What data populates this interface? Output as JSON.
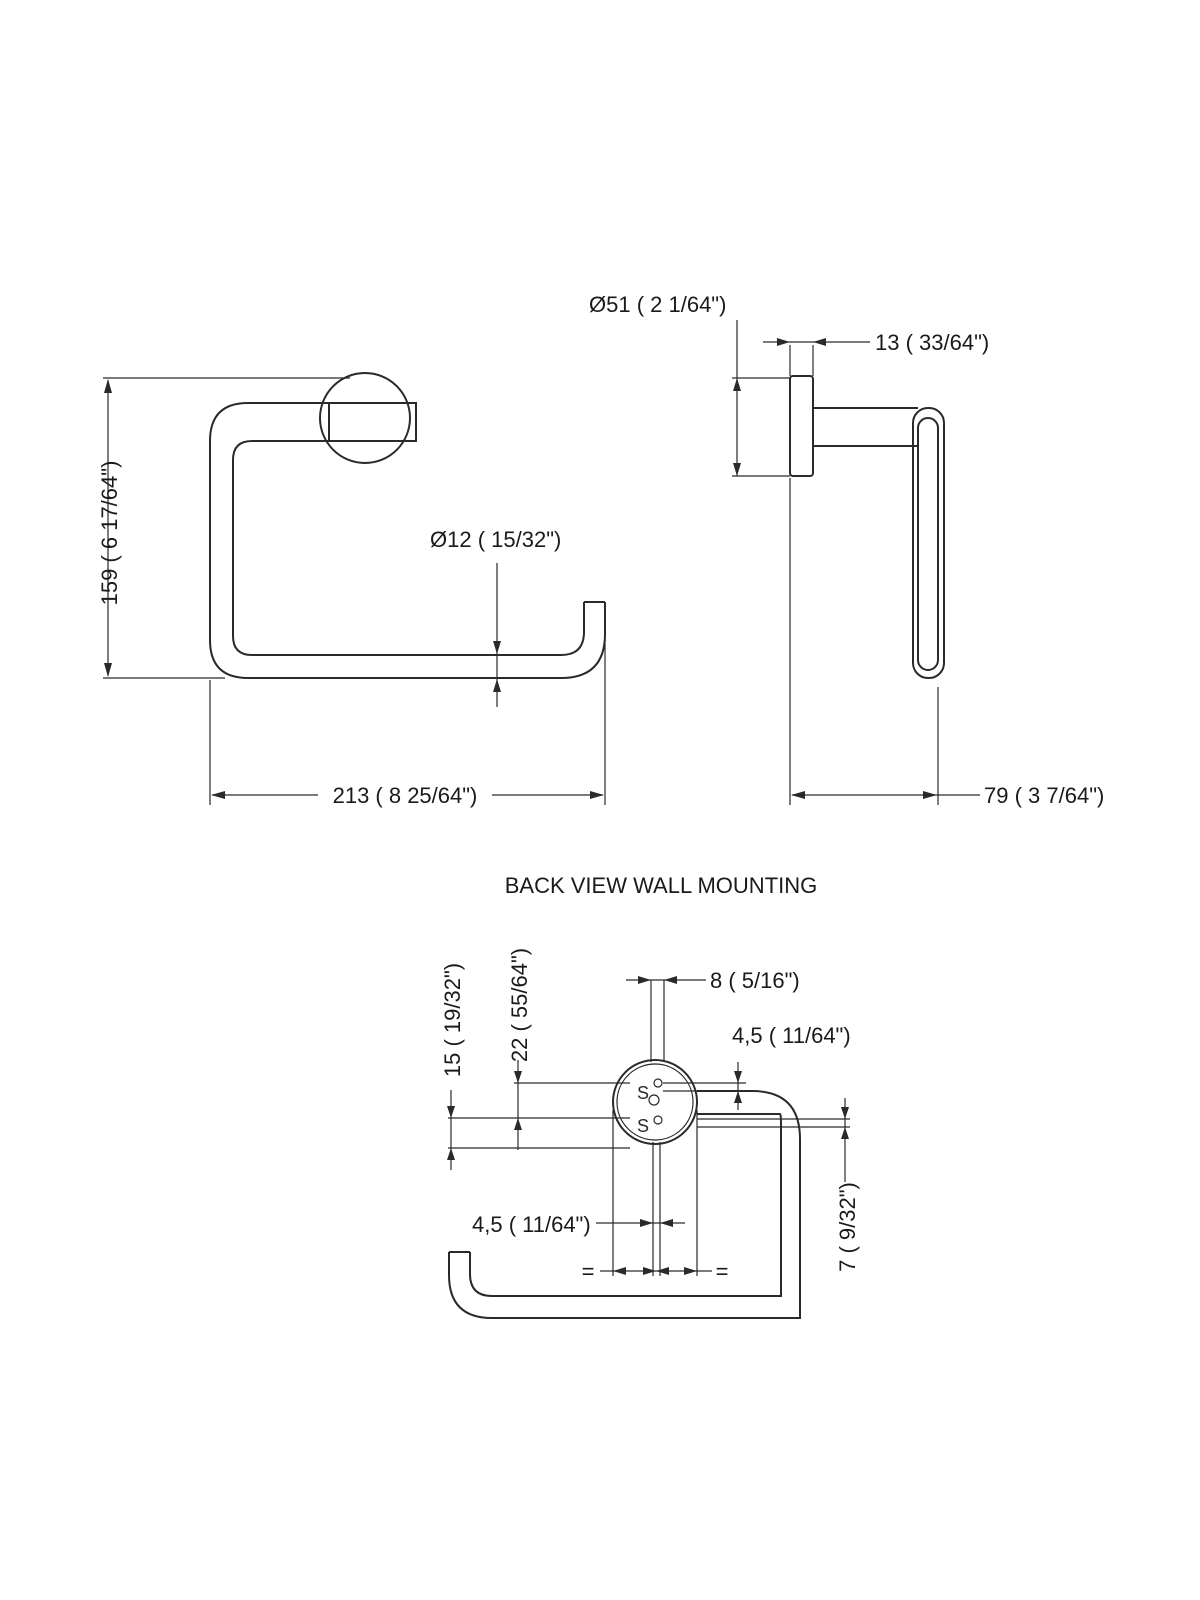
{
  "front_view": {
    "height_dim": "159 ( 6 17/64\")",
    "tube_dia_dim": "Ø12 ( 15/32\")",
    "width_dim": "213 ( 8 25/64\")"
  },
  "side_view": {
    "flange_dia_dim": "Ø51 ( 2 1/64\")",
    "flange_thickness_dim": "13 ( 33/64\")",
    "depth_dim": "79 ( 3 7/64\")"
  },
  "back_view": {
    "title": "BACK VIEW WALL MOUNTING",
    "dim_15": "15 ( 19/32\")",
    "dim_22": "22 ( 55/64\")",
    "dim_8": "8 ( 5/16\")",
    "dim_45_top": "4,5 ( 11/64\")",
    "dim_45_bottom": "4,5 ( 11/64\")",
    "dim_7": "7 ( 9/32\")",
    "equal_left": "=",
    "equal_right": "=",
    "screw_mark_1": "S",
    "screw_mark_2": "S"
  }
}
